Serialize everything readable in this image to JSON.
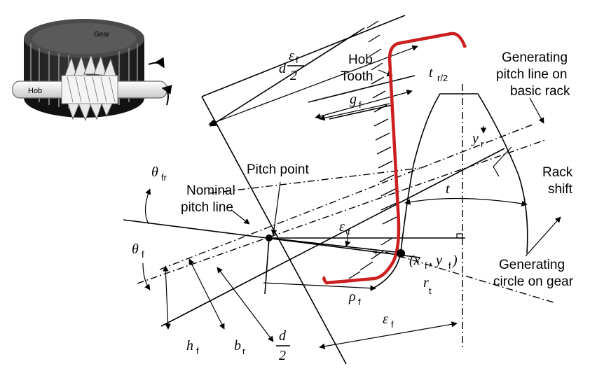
{
  "inset": {
    "gear_label": "Gear",
    "hob_label": "Hob"
  },
  "labels": {
    "hob_tooth_line1": "Hob",
    "hob_tooth_line2": "Tooth",
    "generating_pitch_line1": "Generating",
    "generating_pitch_line2": "pitch line on",
    "generating_pitch_line3": "basic rack",
    "pitch_point": "Pitch point",
    "nominal_pitch_line1": "Nominal",
    "nominal_pitch_line2": "pitch line",
    "rack_shift_line1": "Rack",
    "rack_shift_line2": "shift",
    "generating_circle_line1": "Generating",
    "generating_circle_line2": "circle on gear"
  },
  "symbols": {
    "d": "d",
    "eps_f": "ε",
    "eps_f_sub": "f",
    "two": "2",
    "t_r2": "t",
    "t_r2_sub": "r/2",
    "g_f": "g",
    "g_f_sub": "f",
    "y_r": "y",
    "y_r_sub": "r",
    "theta_fr": "θ",
    "theta_fr_sub": "fr",
    "theta_f": "θ",
    "theta_f_sub": "f",
    "t": "t",
    "xf_yf": "(x",
    "xf_sub": "f",
    "yf_mid": ", y",
    "yf_sub": "f",
    "close_paren": ")",
    "r_t": "r",
    "r_t_sub": "t",
    "rho_f": "ρ",
    "rho_f_sub": "f",
    "h_f": "h",
    "h_f_sub": "f",
    "b_r": "b",
    "b_r_sub": "r"
  },
  "colors": {
    "hob_tooth": "#cc1f1f",
    "lines": "#000000"
  }
}
